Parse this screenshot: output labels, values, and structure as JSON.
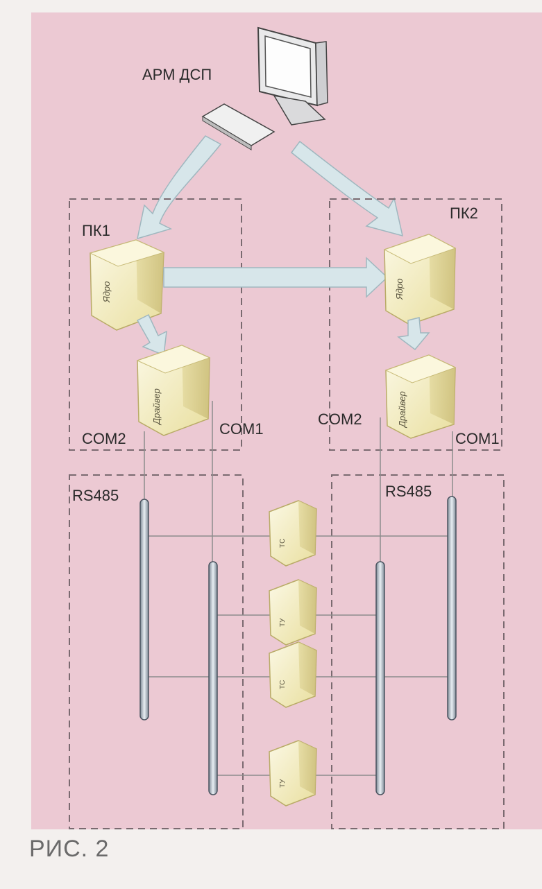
{
  "workstation_label": "АРМ ДСП",
  "pc1_label": "ПК1",
  "pc2_label": "ПК2",
  "kernel_label": "Ядро",
  "driver_label": "Драйвер",
  "com_labels": {
    "com1": "COM1",
    "com2": "COM2"
  },
  "rs485_label": "RS485",
  "controller_labels": [
    "ТС",
    "ТУ",
    "ТС",
    "ТУ"
  ],
  "caption": "РИС. 2",
  "colors": {
    "background": "#ecc9d3",
    "box_face": "#f4efc6",
    "box_side": "#d9cf96",
    "arrow_fill": "#d7e6ea",
    "arrow_stroke": "#9fb7bf",
    "bus_fill": "#c9d3dc",
    "dashed_stroke": "#7a6a70"
  }
}
